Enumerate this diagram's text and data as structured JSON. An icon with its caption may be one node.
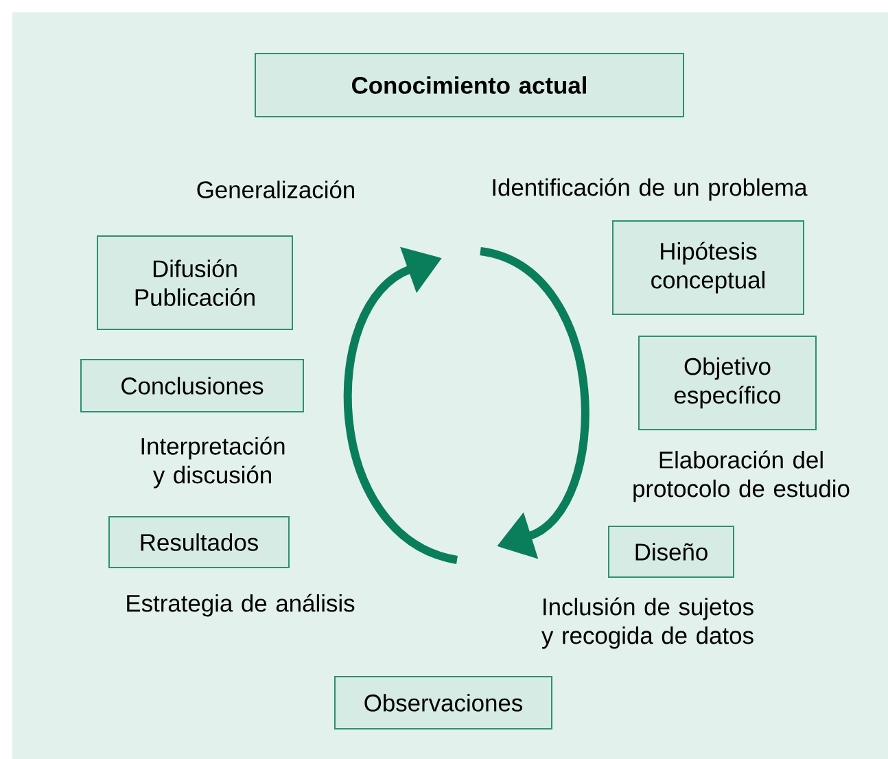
{
  "diagram": {
    "nodes": [
      {
        "text": [
          "Conocimiento actual"
        ]
      },
      {
        "text": [
          "Difusión Publicación"
        ]
      },
      {
        "text": [
          "Conclusiones"
        ]
      },
      {
        "text": [
          "Resultados"
        ]
      },
      {
        "text": [
          "Hipótesis conceptual"
        ]
      },
      {
        "text": [
          "Objetivo específico"
        ]
      },
      {
        "text": [
          "Diseño"
        ]
      },
      {
        "text": [
          "Observaciones"
        ]
      }
    ],
    "labels": [
      "Generalización",
      "Identificación de un problema",
      "Interpretación y discusión",
      "Elaboración del protocolo de estudio",
      "Estrategia de análisis",
      "Inclusión de sujetos y recogida de datos"
    ]
  }
}
